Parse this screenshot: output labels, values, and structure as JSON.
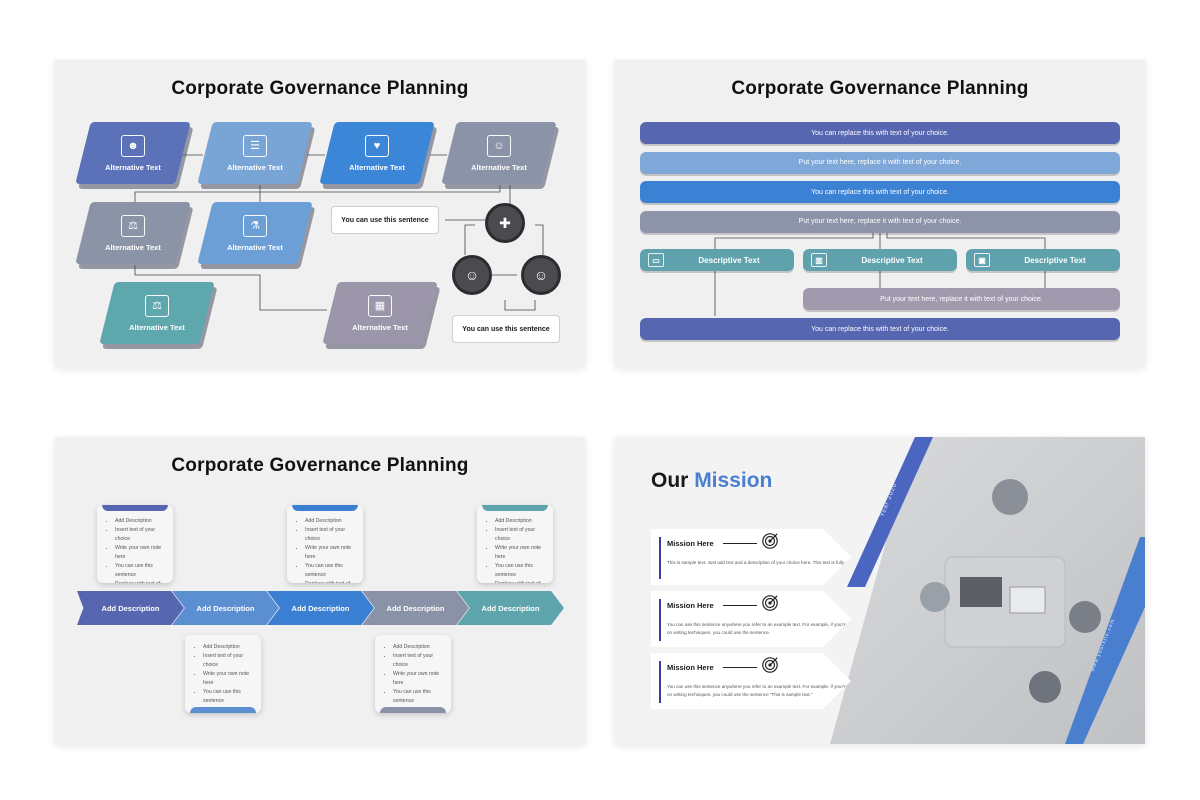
{
  "slide1": {
    "title": "Corporate Governance Planning",
    "boxes": [
      {
        "label": "Alternative Text",
        "icon": "id-badge-icon",
        "color": "#5c72b8"
      },
      {
        "label": "Alternative Text",
        "icon": "document-search-icon",
        "color": "#78a4d6"
      },
      {
        "label": "Alternative Text",
        "icon": "heart-pulse-icon",
        "color": "#3b86d6"
      },
      {
        "label": "Alternative Text",
        "icon": "people-chat-icon",
        "color": "#8a93a8"
      },
      {
        "label": "Alternative Text",
        "icon": "scale-icon",
        "color": "#8b93a6"
      },
      {
        "label": "Alternative Text",
        "icon": "flask-icon",
        "color": "#6b9fd6"
      },
      {
        "label": "Alternative Text",
        "icon": "balance-icon",
        "color": "#5ea8ad"
      },
      {
        "label": "Alternative Text",
        "icon": "hospital-icon",
        "color": "#9b96aa"
      }
    ],
    "notes": [
      "You can use this sentence",
      "You can use this sentence"
    ],
    "circles": [
      "doctor-icon",
      "team-icon",
      "team-icon"
    ]
  },
  "slide2": {
    "title": "Corporate Governance Planning",
    "bars": [
      {
        "text": "You can replace this with text of your choice.",
        "color": "#5666b0"
      },
      {
        "text": "Put your text here, replace it with text of your choice.",
        "color": "#7fa7d8"
      },
      {
        "text": "You can replace this with text of your choice.",
        "color": "#3b82d4"
      },
      {
        "text": "Put your text here, replace it with text of your choice.",
        "color": "#8d93a8"
      }
    ],
    "pills": [
      {
        "text": "Descriptive Text",
        "icon": "bus-icon"
      },
      {
        "text": "Descriptive Text",
        "icon": "building-icon"
      },
      {
        "text": "Descriptive Text",
        "icon": "gift-icon"
      }
    ],
    "pill_color": "#5fa2ad",
    "lower_bar": {
      "text": "Put your text here, replace it with text of your choice.",
      "color": "#a19aaf"
    },
    "bottom_bar": {
      "text": "You can replace this with text of your choice.",
      "color": "#5666b0"
    }
  },
  "slide3": {
    "title": "Corporate Governance Planning",
    "arrows": [
      {
        "label": "Add Description",
        "color": "#5666b0"
      },
      {
        "label": "Add Description",
        "color": "#5b8fd2"
      },
      {
        "label": "Add Description",
        "color": "#3b7fd2"
      },
      {
        "label": "Add Description",
        "color": "#8a92a8"
      },
      {
        "label": "Add Description",
        "color": "#5ea4ad"
      }
    ],
    "card_items": [
      "Add Description",
      "Insert text of your choice",
      "Write your own note here",
      "You can use this sentence",
      "Replace with text of your choice."
    ]
  },
  "slide4": {
    "title_a": "Our",
    "title_b": "Mission",
    "year_text": "Year 2020",
    "web_text": "www.yoursite.com",
    "missions": [
      {
        "heading": "Mission Here",
        "text": "This is sample text. Just add text and a description of your choice here. This text is fully editable."
      },
      {
        "heading": "Mission Here",
        "text": "You can use this sentence anywhere you refer to an example text. For example, if you're writing a research paper on writing techniques, you could use the sentence."
      },
      {
        "heading": "Mission Here",
        "text": "You can use this sentence anywhere you refer to an example text. For example, if you're writing a research paper on writing techniques, you could use the sentence \"This is sample text.\""
      }
    ],
    "accent": "#4a7fd0"
  }
}
